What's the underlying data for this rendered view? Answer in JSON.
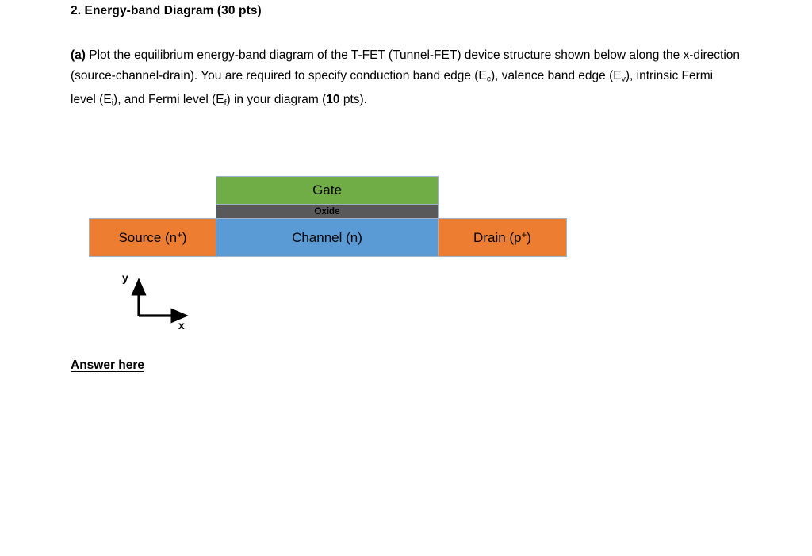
{
  "document": {
    "title": "2. Energy-band Diagram (30 pts)",
    "body": {
      "part_label": "(a)",
      "line1_a": " Plot the equilibrium energy-band diagram of the T-FET (Tunnel-FET) device structure shown below along the x-direction (source-channel-drain). You are required to specify conduction band edge (E",
      "sub_c": "c",
      "line1_b": "), valence band edge (E",
      "sub_v": "v",
      "line1_c": "), intrinsic Fermi level (E",
      "sub_i": "i",
      "line1_d": "), and Fermi level (E",
      "sub_f": "f",
      "line1_e": ") in your diagram (",
      "points_bold": "10",
      "line1_f": " pts)."
    },
    "answer_label": "Answer here"
  },
  "diagram": {
    "name": "t-fet-device-cross-section",
    "blocks": [
      {
        "key": "gate",
        "label": "Gate",
        "color": "#70ad47"
      },
      {
        "key": "oxide",
        "label": "Oxide",
        "color": "#595959"
      },
      {
        "key": "source",
        "label_main": "Source (n",
        "label_sup": "+",
        "label_tail": ")",
        "color": "#ed7d31"
      },
      {
        "key": "channel",
        "label": "Channel (n)",
        "color": "#5b9bd5"
      },
      {
        "key": "drain",
        "label_main": "Drain (p",
        "label_sup": "+",
        "label_tail": ")",
        "color": "#ed7d31"
      }
    ],
    "axes": {
      "x_label": "x",
      "y_label": "y"
    }
  },
  "colors": {
    "gate_green": "#70ad47",
    "oxide_gray": "#595959",
    "channel_blue": "#5b9bd5",
    "contact_orange": "#ed7d31",
    "block_border": "#9cb3cc",
    "page_background": "#ffffff",
    "text": "#000000"
  }
}
